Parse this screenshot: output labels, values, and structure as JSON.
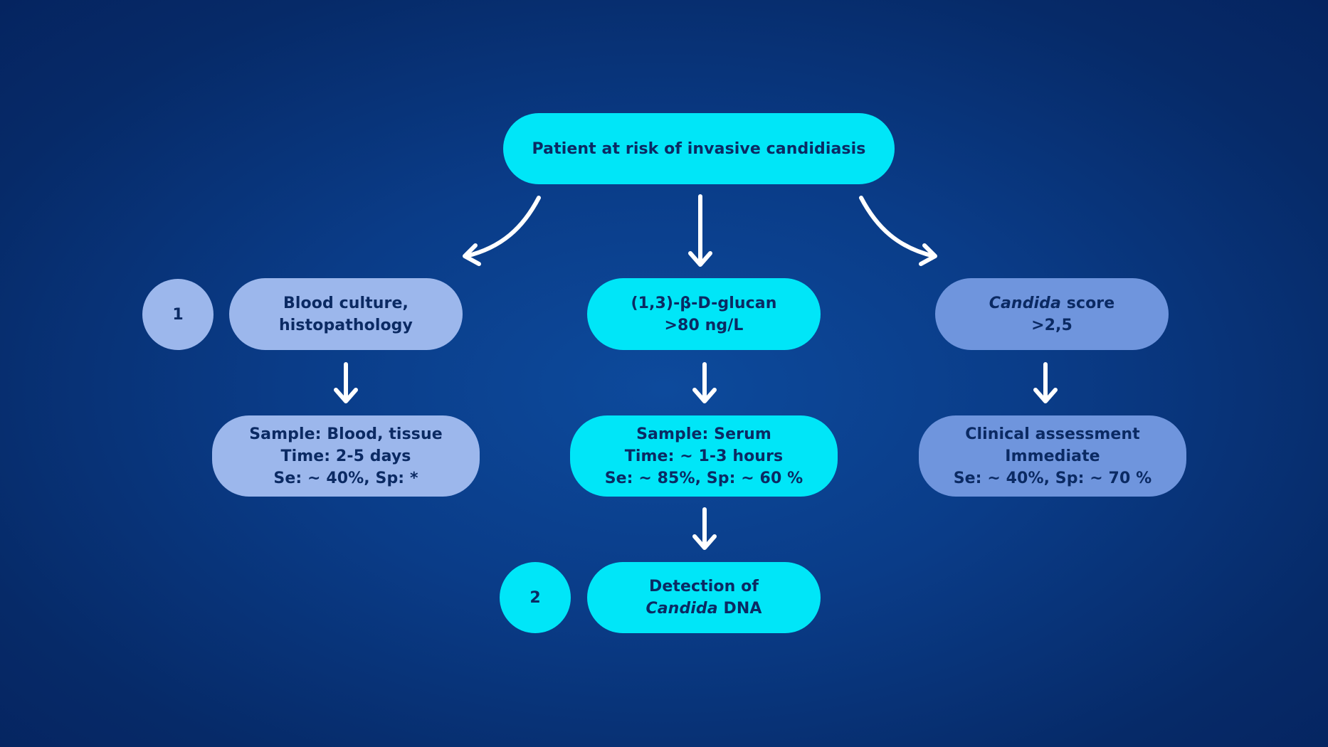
{
  "top": {
    "text": "Patient at risk of invasive candidiasis"
  },
  "left": {
    "badge": "1",
    "test_line1": "Blood culture,",
    "test_line2": "histopathology",
    "detail_line1": "Sample: Blood, tissue",
    "detail_line2": "Time: 2-5 days",
    "detail_line3": "Se: ~ 40%, Sp: *"
  },
  "middle": {
    "test_line1": "(1,3)-β-D-glucan",
    "test_line2": ">80 ng/L",
    "detail_line1": "Sample: Serum",
    "detail_line2": "Time: ~ 1-3 hours",
    "detail_line3": "Se: ~ 85%, Sp: ~ 60 %",
    "badge": "2",
    "final_line1": "Detection of",
    "final_italic": "Candida",
    "final_rest": " DNA"
  },
  "right": {
    "test_italic": "Candida",
    "test_rest": " score",
    "test_line2": ">2,5",
    "detail_line1": "Clinical assessment",
    "detail_line2": "Immediate",
    "detail_line3": "Se: ~ 40%, Sp: ~ 70 %"
  },
  "colors": {
    "cyan": "#00e6f8",
    "lavender": "#9cb7ec",
    "slate": "#6f95dd",
    "text": "#0b2a63",
    "arrow": "#ffffff"
  }
}
